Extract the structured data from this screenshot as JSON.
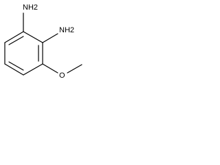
{
  "atoms": {
    "nh2_top": "NH2",
    "nh2_right": "NH2",
    "oxygen": "O"
  },
  "colors": {
    "ink": "#000000",
    "background": "#ffffff"
  }
}
